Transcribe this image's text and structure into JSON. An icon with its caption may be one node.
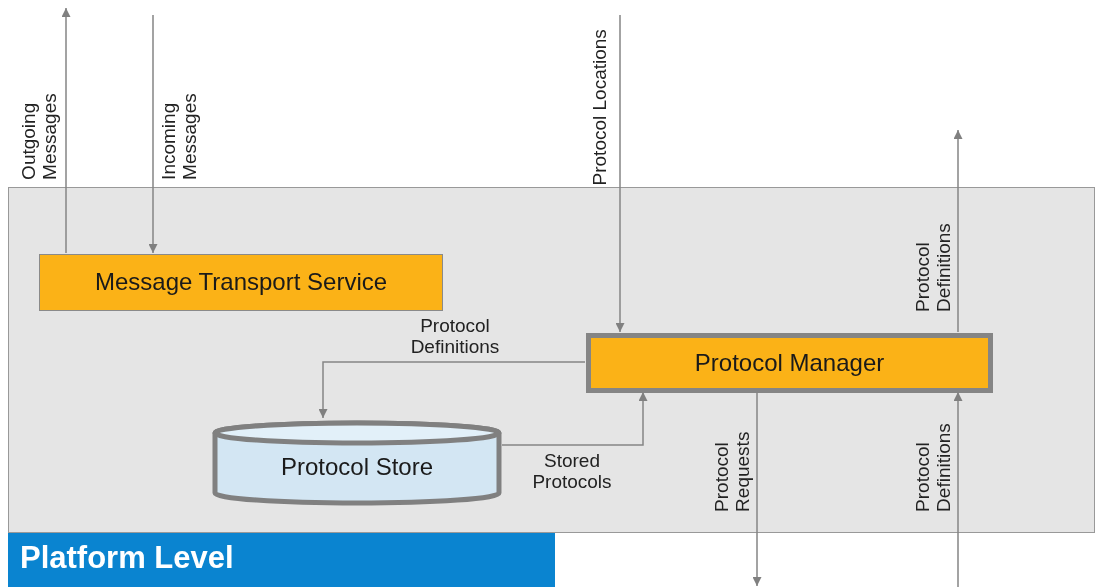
{
  "diagram": {
    "nodes": [
      {
        "text": [],
        "shape": "box"
      },
      {
        "text": [
          "Platform Level"
        ]
      },
      {
        "text": [
          "Message Transport Service"
        ],
        "in": 0
      },
      {
        "text": [
          "Protocol Manager"
        ],
        "in": 0
      },
      {
        "text": [
          "Protocol Store"
        ],
        "in": 0
      }
    ],
    "edges": [
      {
        "from": 2,
        "to": null,
        "arrow": "to",
        "label": "Outgoing Messages"
      },
      {
        "from": null,
        "to": 2,
        "arrow": "to",
        "label": "Incoming Messages"
      },
      {
        "from": null,
        "to": 3,
        "arrow": "to",
        "label": "Protocol Locations"
      },
      {
        "from": 3,
        "to": null,
        "arrow": "to",
        "label": "Protocol Definitions"
      },
      {
        "from": 3,
        "to": 4,
        "arrow": "to",
        "label": "Protocol Definitions"
      },
      {
        "from": 4,
        "to": 3,
        "arrow": "to",
        "label": "Stored Protocols"
      },
      {
        "from": 3,
        "to": null,
        "arrow": "to",
        "label": "Protocol Requests"
      },
      {
        "from": null,
        "to": 3,
        "arrow": "to",
        "label": "Protocol Definitions"
      }
    ]
  }
}
